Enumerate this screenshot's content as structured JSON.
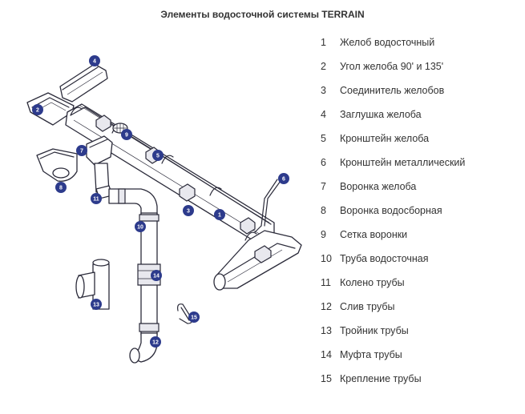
{
  "title": "Элементы водосточной системы TERRAIN",
  "components": [
    {
      "num": "1",
      "label": "Желоб водосточный"
    },
    {
      "num": "2",
      "label": "Угол желоба 90' и 135'"
    },
    {
      "num": "3",
      "label": "Соединитель желобов"
    },
    {
      "num": "4",
      "label": "Заглушка желоба"
    },
    {
      "num": "5",
      "label": "Кронштейн желоба"
    },
    {
      "num": "6",
      "label": "Кронштейн металлический"
    },
    {
      "num": "7",
      "label": "Воронка желоба"
    },
    {
      "num": "8",
      "label": "Воронка водосборная"
    },
    {
      "num": "9",
      "label": "Сетка воронки"
    },
    {
      "num": "10",
      "label": "Труба водосточная"
    },
    {
      "num": "11",
      "label": "Колено трубы"
    },
    {
      "num": "12",
      "label": "Слив трубы"
    },
    {
      "num": "13",
      "label": "Тройник трубы"
    },
    {
      "num": "14",
      "label": "Муфта трубы"
    },
    {
      "num": "15",
      "label": "Крепление трубы"
    }
  ],
  "badges": [
    "4",
    "2",
    "9",
    "7",
    "5",
    "6",
    "8",
    "11",
    "3",
    "1",
    "10",
    "13",
    "14",
    "15",
    "12"
  ],
  "colors": {
    "badge": "#2d3b8c",
    "line": "#2b2b3a",
    "text": "#333333"
  }
}
